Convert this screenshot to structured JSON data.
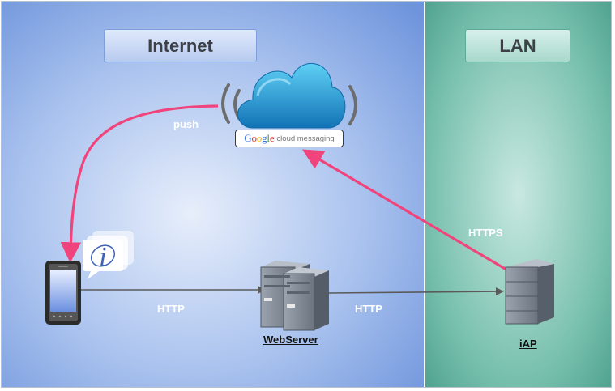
{
  "zones": {
    "internet": "Internet",
    "lan": "LAN"
  },
  "cloud": {
    "logo_word_letters": [
      {
        "ch": "G",
        "color": "#3b6fd8"
      },
      {
        "ch": "o",
        "color": "#d7392f"
      },
      {
        "ch": "o",
        "color": "#e7b416"
      },
      {
        "ch": "g",
        "color": "#3b6fd8"
      },
      {
        "ch": "l",
        "color": "#2f9e45"
      },
      {
        "ch": "e",
        "color": "#d7392f"
      }
    ],
    "service": "cloud messaging"
  },
  "edges": {
    "push": "push",
    "http_phone_server": "HTTP",
    "http_server_iap": "HTTP",
    "https": "HTTPS"
  },
  "nodes": {
    "webserver": "WebServer",
    "iap": "iAP"
  },
  "colors": {
    "internet_bg": "#8db0e8",
    "lan_bg": "#5fb09e",
    "arrow_pink": "#f0457c",
    "connector_gray": "#5a5a5a"
  }
}
